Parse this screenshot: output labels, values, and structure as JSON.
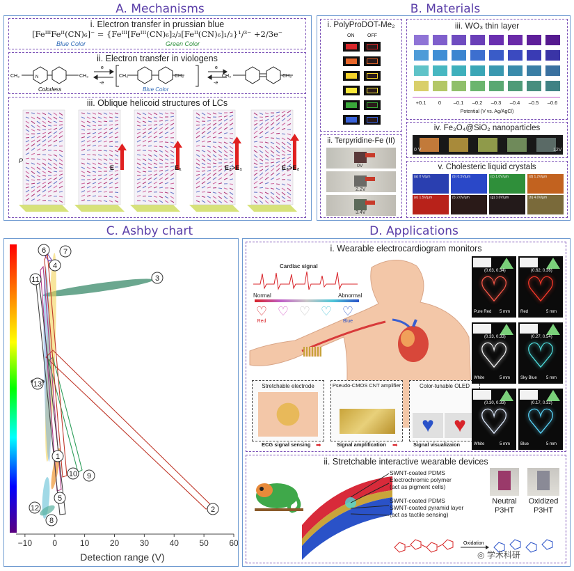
{
  "sections": {
    "a": "A. Mechanisms",
    "b": "B. Materials",
    "c": "C. Ashby chart",
    "d": "D. Applications"
  },
  "mechanisms": {
    "p1_title": "i. Electron transfer in prussian blue",
    "p1_eq_left": "[Fe",
    "p1_equation": "[FeᴵᴵᴵFeᴵᴵ(CN)₆]⁻ = {Feᴵᴵᴵ[Feᴵᴵᴵ(CN)₆]₂/₃[Feᴵᴵ(CN)₆]₁/₃}¹/³⁻ +2/3e⁻",
    "p1_blue": "Blue Color",
    "p1_green": "Green Color",
    "p2_title": "ii. Electron transfer in viologens",
    "p2_colorless": "Colorless",
    "p2_blue": "Blue Color",
    "p2_e1": "e",
    "p2_e2": "-e",
    "p2_e3": "e",
    "p2_e4": "-e",
    "p2_ch3": "CH₃",
    "p2_n": "N",
    "p3_title": "iii. Oblique helicoid structures of LCs",
    "p3_labels": [
      "E",
      "E₁",
      "E₂>E₁",
      "E₃>E₂"
    ],
    "p3_p": "P"
  },
  "materials": {
    "i_title": "i. PolyProDOT-Me₂",
    "i_on": "ON",
    "i_off": "OFF",
    "i_on_colors": [
      "#d8262a",
      "#e8672a",
      "#f3d22a",
      "#f7e83a",
      "#3aa83a",
      "#3a62d8"
    ],
    "ii_title": "ii. Terpyridine-Fe (II)",
    "ii_voltages": [
      "0V",
      "2.2V",
      "3.4V"
    ],
    "iii_title": "iii. WO₃ thin layer",
    "iii_xticks": [
      "+0.1",
      "0",
      "–0.1",
      "–0.2",
      "–0.3",
      "–0.4",
      "–0.5",
      "–0.6"
    ],
    "iii_xlabel": "Potential (V vs. Ag/AgCl)",
    "iii_grid": [
      [
        "#8f74d6",
        "#7f5fcc",
        "#6f4cc0",
        "#6a3fb8",
        "#6a2fb0",
        "#6a2aa8",
        "#5e1f9a",
        "#551a8f"
      ],
      [
        "#4e9bd8",
        "#3f8ed5",
        "#3b85d0",
        "#3d6fcf",
        "#3a5cc8",
        "#3b4ac0",
        "#3a3bb4",
        "#3a34a6"
      ],
      [
        "#5fc3c8",
        "#47b7c1",
        "#3eb0bc",
        "#3aa6b6",
        "#3a98b0",
        "#3a8bab",
        "#3a7ea5",
        "#3a71a0"
      ],
      [
        "#d9cf6a",
        "#b3c766",
        "#8fbf6a",
        "#6bb56e",
        "#5aa872",
        "#4f9b78",
        "#478e7e",
        "#3f8284"
      ]
    ],
    "iv_title": "iv. Fe₃O₄@SiO₂ nanoparticles",
    "iv_left": "0 V",
    "iv_right": "12V",
    "v_title": "v. Cholesteric liquid crystals",
    "v_cells": [
      {
        "label": "(a) 0 V/µm",
        "color": "#2a3fb0"
      },
      {
        "label": "(b) 0.5V/µm",
        "color": "#2a48c8"
      },
      {
        "label": "(c) 1.0V/µm",
        "color": "#2f8f3a"
      },
      {
        "label": "(d) 1.2V/µm",
        "color": "#c2621f"
      },
      {
        "label": "(e) 1.5V/µm",
        "color": "#b8221a"
      },
      {
        "label": "(f) 2.0V/µm",
        "color": "#2a1a18"
      },
      {
        "label": "(g) 3.0V/µm",
        "color": "#231a1a"
      },
      {
        "label": "(h) 4.0V/µm",
        "color": "#7a6a3a"
      }
    ]
  },
  "chart_data": {
    "type": "scatter",
    "title": "",
    "xlabel": "Detection range (V)",
    "ylabel": "",
    "xlim": [
      -13,
      60
    ],
    "xticks": [
      -10,
      0,
      10,
      20,
      30,
      40,
      50,
      60
    ],
    "markers": [
      "1",
      "2",
      "3",
      "4",
      "5",
      "6",
      "7",
      "8",
      "9",
      "10",
      "11",
      "12",
      "13"
    ],
    "colorbar": [
      "#ff0000",
      "#ff7f00",
      "#ffff00",
      "#00ff00",
      "#00ffff",
      "#0000ff",
      "#5a0080"
    ]
  },
  "applications": {
    "i_title": "i. Wearable electrocardiogram monitors",
    "cardiac": "Cardiac signal",
    "normal": "Normal",
    "abnormal": "Abnormal",
    "heart_labels": [
      "Red",
      "",
      "",
      "",
      "Blue"
    ],
    "heart_colors": [
      "#d8242a",
      "#d45cc8",
      "#c7c7c7",
      "#52c6d8",
      "#2a52c8"
    ],
    "box1": "Stretchable electrode",
    "box2": "Pseudo-CMOS CNT amplifier",
    "box3": "Color-tunable OLED",
    "flow1": "ECG signal sensing",
    "flow2": "Signal amplification",
    "flow3": "Signal visualizaion",
    "oled": [
      {
        "label": "Pure Red",
        "coord": "(0.63, 0.34)",
        "color": "#ff5a4a"
      },
      {
        "label": "Red",
        "coord": "(0.62, 0.36)",
        "color": "#ff3a2a"
      },
      {
        "label": "White",
        "coord": "(0.33, 0.33)",
        "color": "#f4f4f4"
      },
      {
        "label": "Sky Blue",
        "coord": "(0.27, 0.54)",
        "color": "#4fe0e0"
      },
      {
        "label": "White",
        "coord": "(0.30, 0.33)",
        "color": "#e0ecff"
      },
      {
        "label": "Blue",
        "coord": "(0.17, 0.32)",
        "color": "#5ad8ff"
      }
    ],
    "scale": "5 mm",
    "ii_title": "ii. Stretchable interactive wearable devices",
    "layer1": "SWNT-coated PDMS",
    "layer2": "Electrochromic polymer",
    "layer2b": "(act as pigment cells)",
    "layer3": "SWNT-coated PDMS",
    "layer4": "SWNT-coated pyramid layer",
    "layer4b": "(act as tactile sensing)",
    "neutral": "Neutral",
    "oxidized": "Oxidized",
    "p3ht": "P3HT",
    "oxidation": "Oxidation",
    "watermark": "学术科研"
  }
}
